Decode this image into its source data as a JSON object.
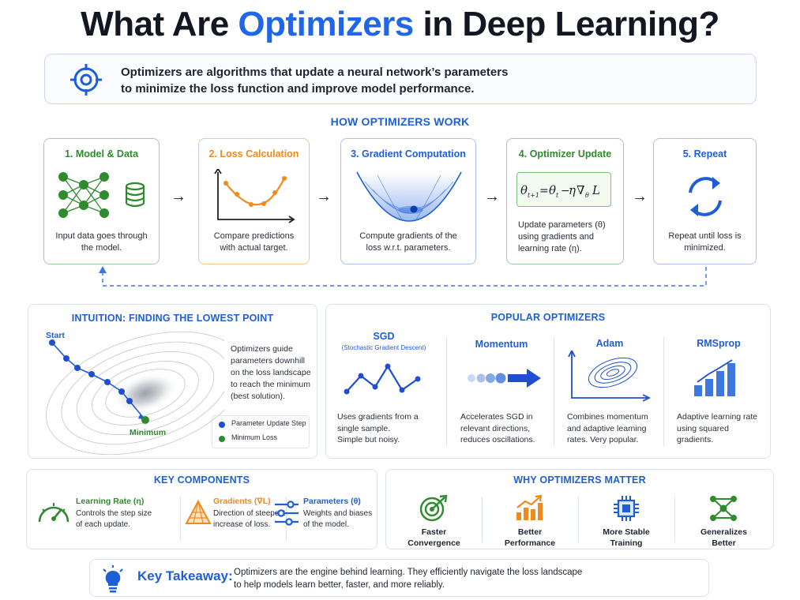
{
  "title_prefix": "What Are ",
  "title_highlight": "Optimizers",
  "title_suffix": " in Deep Learning?",
  "definition_line1": "Optimizers are algorithms that update a neural network’s parameters",
  "definition_line2": "to minimize the loss function and improve model performance.",
  "how_title": "HOW OPTIMIZERS WORK",
  "steps": [
    {
      "title": "1. Model & Data",
      "d1": "Input data goes through",
      "d2": "the model.",
      "d3": "",
      "color": "#2e8b2e"
    },
    {
      "title": "2. Loss Calculation",
      "d1": "Compare predictions",
      "d2": "with actual target.",
      "d3": "",
      "color": "#ef8a1c"
    },
    {
      "title": "3. Gradient Computation",
      "d1": "Compute gradients of the",
      "d2": "loss w.r.t. parameters.",
      "d3": "",
      "color": "#1f5fd6"
    },
    {
      "title": "4. Optimizer Update",
      "d1": "Update parameters (θ)",
      "d2": "using gradients and",
      "d3": "learning rate (η).",
      "color": "#2e8b2e"
    },
    {
      "title": "5. Repeat",
      "d1": "Repeat until loss is",
      "d2": "minimized.",
      "d3": "",
      "color": "#1f5fd6"
    }
  ],
  "arrow_glyph": "→",
  "intuition": {
    "title": "INTUITION: FINDING THE LOWEST POINT",
    "start": "Start",
    "minimum": "Minimum",
    "d1": "Optimizers guide",
    "d2": "parameters downhill",
    "d3": "on the loss landscape",
    "d4": "to reach the minimum",
    "d5": "(best solution).",
    "legend_step": "Parameter Update Step",
    "legend_min": "Minimum Loss"
  },
  "popular": {
    "title": "POPULAR OPTIMIZERS",
    "items": [
      {
        "name": "SGD",
        "sub": "(Stochastic Gradient Descent)",
        "d1": "Uses gradients from a",
        "d2": "single sample.",
        "d3": "Simple but noisy."
      },
      {
        "name": "Momentum",
        "sub": "",
        "d1": "Accelerates SGD in",
        "d2": "relevant directions,",
        "d3": "reduces oscillations."
      },
      {
        "name": "Adam",
        "sub": "",
        "d1": "Combines momentum",
        "d2": "and adaptive learning",
        "d3": "rates. Very popular."
      },
      {
        "name": "RMSprop",
        "sub": "",
        "d1": "Adaptive learning rate",
        "d2": "using squared",
        "d3": "gradients."
      }
    ]
  },
  "components": {
    "title": "KEY COMPONENTS",
    "items": [
      {
        "name": "Learning Rate (η)",
        "d1": "Controls the step size",
        "d2": "of each update.",
        "color": "#2e8b2e"
      },
      {
        "name": "Gradients (∇L)",
        "d1": "Direction of steepest",
        "d2": "increase of loss.",
        "color": "#ef8a1c"
      },
      {
        "name": "Parameters (θ)",
        "d1": "Weights and biases",
        "d2": "of the model.",
        "color": "#1f5fd6"
      }
    ]
  },
  "why": {
    "title": "WHY OPTIMIZERS MATTER",
    "items": [
      {
        "l1": "Faster",
        "l2": "Convergence"
      },
      {
        "l1": "Better",
        "l2": "Performance"
      },
      {
        "l1": "More Stable",
        "l2": "Training"
      },
      {
        "l1": "Generalizes",
        "l2": "Better"
      }
    ]
  },
  "takeaway": {
    "label": "Key Takeaway:",
    "l1": "Optimizers are the engine behind learning.  They efficiently navigate the loss landscape",
    "l2": "to help models learn better, faster, and more reliably."
  },
  "colors": {
    "blue": "#1f5fd6",
    "green": "#2e8b2e",
    "orange": "#ef8a1c"
  }
}
